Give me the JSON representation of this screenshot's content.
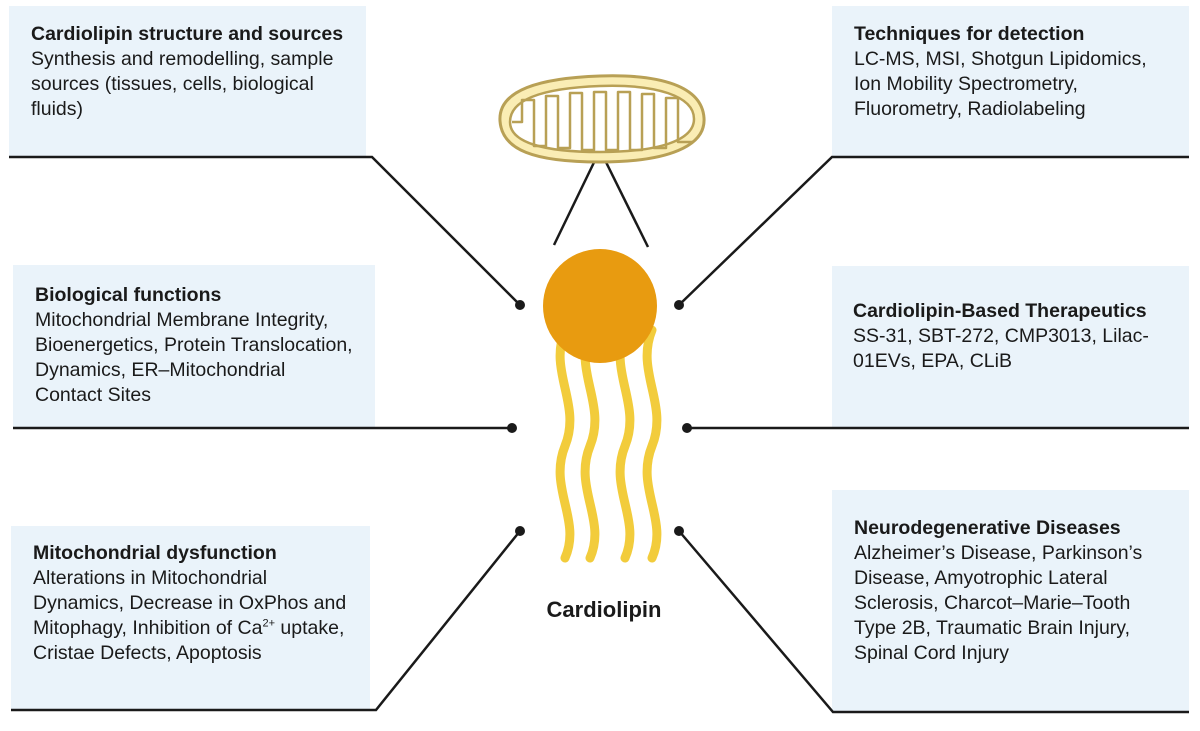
{
  "colors": {
    "box_bg": "#eaf3fa",
    "line": "#1a1a1a",
    "head": "#e89b10",
    "tail": "#f2cc3c",
    "mito_fill": "#faedb4",
    "mito_stroke": "#b8a055"
  },
  "center": {
    "label": "Cardiolipin"
  },
  "boxes": {
    "structure": {
      "title": "Cardiolipin structure and sources",
      "body": "Synthesis and remodelling, sample sources (tissues, cells, biological fluids)"
    },
    "functions": {
      "title": "Biological functions",
      "body": "Mitochondrial Membrane Integrity, Bioenergetics, Protein Translocation, Dynamics, ER–Mitochondrial Contact Sites"
    },
    "dysfunction": {
      "title": "Mitochondrial dysfunction",
      "body_a": "Alterations in Mitochondrial Dynamics, Decrease in OxPhos and Mitophagy, Inhibition of Ca",
      "body_sup": "2+",
      "body_b": " uptake, Cristae Defects, Apoptosis"
    },
    "detection": {
      "title": "Techniques for detection",
      "body": "LC-MS, MSI, Shotgun Lipidomics, Ion Mobility Spectrometry, Fluorometry, Radiolabeling"
    },
    "therapeutics": {
      "title": "Cardiolipin-Based Therapeutics",
      "body": "SS-31, SBT-272, CMP3013, Lilac-01EVs, EPA, CLiB"
    },
    "neuro": {
      "title": "Neurodegenerative Diseases",
      "body": "Alzheimer’s Disease, Parkinson’s Disease, Amyotrophic Lateral Sclerosis, Charcot–Marie–Tooth Type 2B, Traumatic Brain Injury, Spinal Cord Injury"
    }
  }
}
